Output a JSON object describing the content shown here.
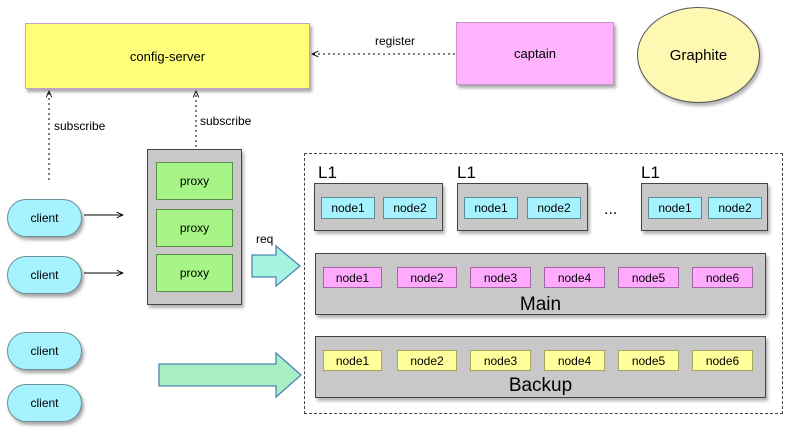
{
  "config_server": {
    "label": "config-server"
  },
  "captain": {
    "label": "captain"
  },
  "graphite": {
    "label": "Graphite"
  },
  "edges": {
    "register": "register",
    "subscribe": "subscribe",
    "req": "req"
  },
  "clients": [
    "client",
    "client",
    "client",
    "client"
  ],
  "proxies": [
    "proxy",
    "proxy",
    "proxy"
  ],
  "l1_groups": [
    {
      "label": "L1",
      "nodes": [
        "node1",
        "node2"
      ]
    },
    {
      "label": "L1",
      "nodes": [
        "node1",
        "node2"
      ]
    },
    {
      "label": "L1",
      "nodes": [
        "node1",
        "node2"
      ]
    }
  ],
  "ellipsis": "...",
  "main": {
    "label": "Main",
    "nodes": [
      "node1",
      "node2",
      "node3",
      "node4",
      "node5",
      "node6"
    ]
  },
  "backup": {
    "label": "Backup",
    "nodes": [
      "node1",
      "node2",
      "node3",
      "node4",
      "node5",
      "node6"
    ]
  },
  "colors": {
    "config_server": "#ffff7a",
    "captain": "#ffb3ff",
    "graphite": "#fff8b3",
    "client": "#a6f3ff",
    "proxy": "#a6f586",
    "l1_node": "#a6f3ff",
    "main_node": "#ffaaff",
    "backup_node": "#ffff9c",
    "group_fill": "#c8c8c8",
    "flow_arrow": "#a6f3df"
  }
}
